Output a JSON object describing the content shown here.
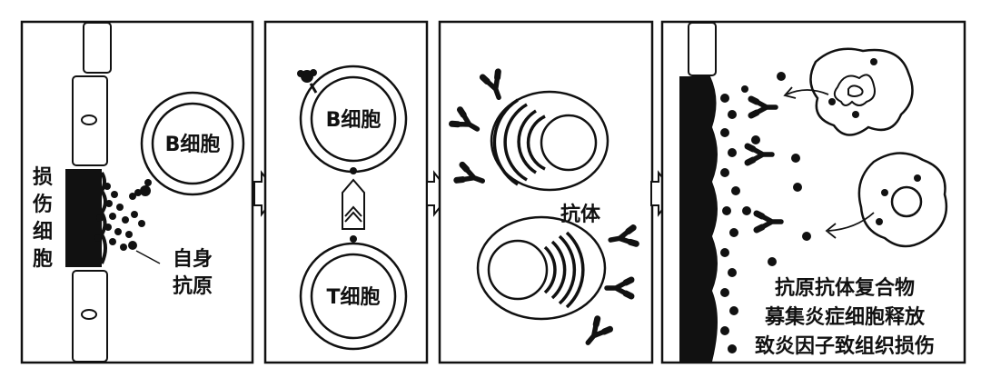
{
  "colors": {
    "ink": "#111111",
    "paper": "#ffffff"
  },
  "panel1": {
    "damaged_cell_label": [
      "损",
      "伤",
      "细",
      "胞"
    ],
    "b_cell_label": "B细胞",
    "autoantigen_label": [
      "自身",
      "抗原"
    ]
  },
  "panel2": {
    "b_cell_label": "B细胞",
    "t_cell_label": "T细胞"
  },
  "panel3": {
    "antibody_label": "抗体"
  },
  "panel4": {
    "caption": [
      "抗原抗体复合物",
      "募集炎症细胞释放",
      "致炎因子致组织损伤"
    ]
  }
}
